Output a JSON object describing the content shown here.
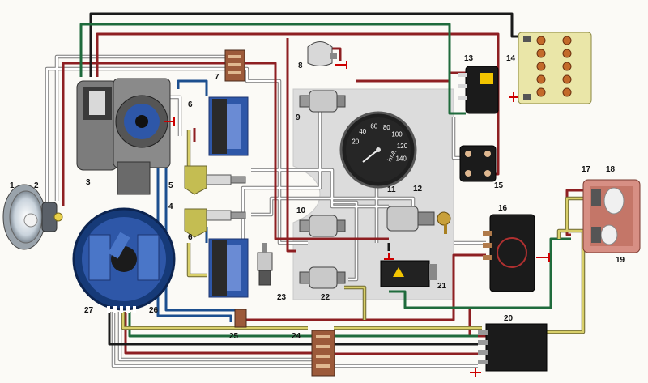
{
  "diagram": {
    "labels": {
      "c1": "1",
      "c2": "2",
      "c3": "3",
      "c4": "4",
      "c5": "5",
      "c6": "6",
      "c7": "7",
      "c8": "8",
      "c9": "9",
      "c10": "10",
      "c11": "11",
      "c12": "12",
      "c13": "13",
      "c14": "14",
      "c15": "15",
      "c16": "16",
      "c17": "17",
      "c18": "18",
      "c19": "19",
      "c20": "20",
      "c21": "21",
      "c22": "22",
      "c23": "23",
      "c24": "24",
      "c25": "25",
      "c26": "26",
      "c27": "27"
    },
    "speedometer": {
      "unit": "km/h",
      "ticks": [
        "20",
        "40",
        "60",
        "80",
        "100",
        "120",
        "140"
      ]
    },
    "wire_colors": {
      "red": "#8e1f22",
      "black": "#1a1a1a",
      "green": "#1f6b3c",
      "blue": "#1c4f8f",
      "yellow": "#d8cf6a",
      "white": "#ffffff",
      "gray_outline": "#777777"
    },
    "component_colors": {
      "panel": "#dcdcdc",
      "battery": "#eae6a8",
      "coil_blue": "#2e57a8",
      "taillight": "#d78f84",
      "module_dark": "#1b1b1b"
    }
  }
}
